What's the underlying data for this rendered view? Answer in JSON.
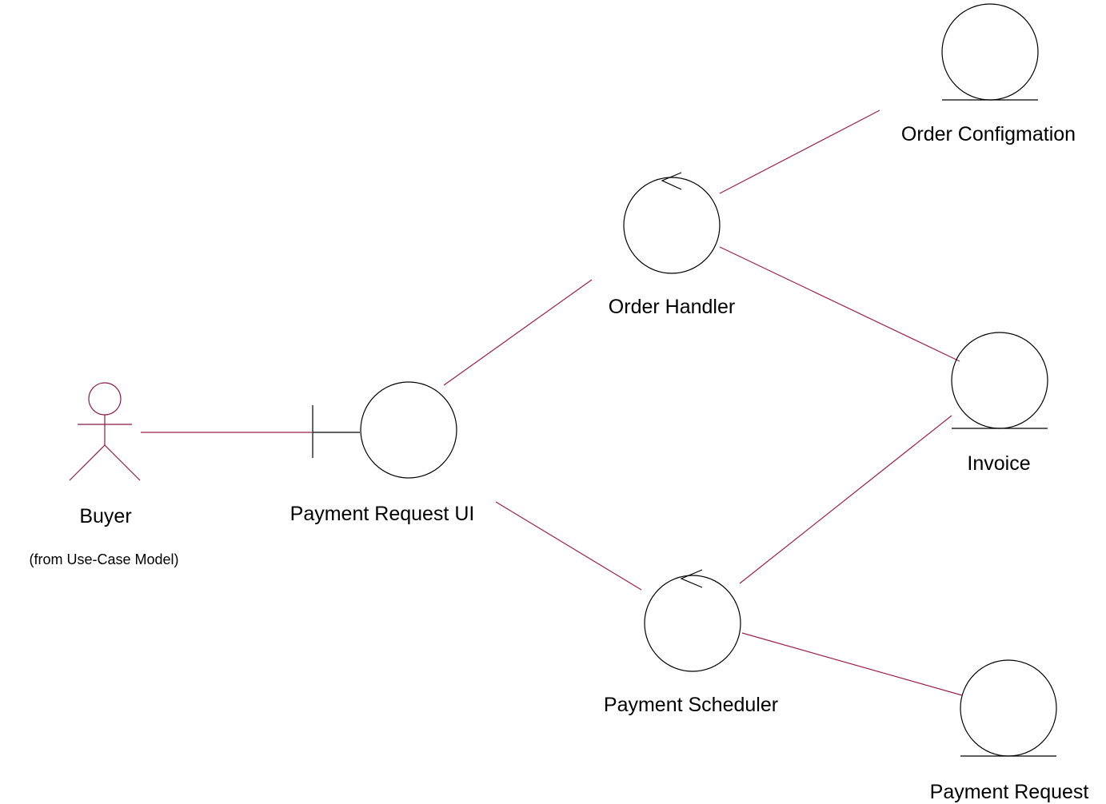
{
  "colors": {
    "connector": "#a0204a",
    "actor": "#8b1a4a",
    "shape": "#000000",
    "background": "#ffffff"
  },
  "actor": {
    "name": "Buyer",
    "note": "(from Use-Case Model)",
    "icon": "actor-stick-figure-icon"
  },
  "nodes": {
    "payment_request_ui": {
      "label": "Payment Request UI",
      "stereotype": "boundary"
    },
    "order_handler": {
      "label": "Order Handler",
      "stereotype": "control"
    },
    "payment_scheduler": {
      "label": "Payment Scheduler",
      "stereotype": "control"
    },
    "order_confirmation": {
      "label": "Order Configmation",
      "stereotype": "entity"
    },
    "invoice": {
      "label": "Invoice",
      "stereotype": "entity"
    },
    "payment_request": {
      "label": "Payment Request",
      "stereotype": "entity"
    }
  },
  "associations": [
    {
      "from": "Buyer",
      "to": "Payment Request UI"
    },
    {
      "from": "Payment Request UI",
      "to": "Order Handler"
    },
    {
      "from": "Payment Request UI",
      "to": "Payment Scheduler"
    },
    {
      "from": "Order Handler",
      "to": "Order Configmation"
    },
    {
      "from": "Order Handler",
      "to": "Invoice"
    },
    {
      "from": "Payment Scheduler",
      "to": "Invoice"
    },
    {
      "from": "Payment Scheduler",
      "to": "Payment Request"
    }
  ]
}
